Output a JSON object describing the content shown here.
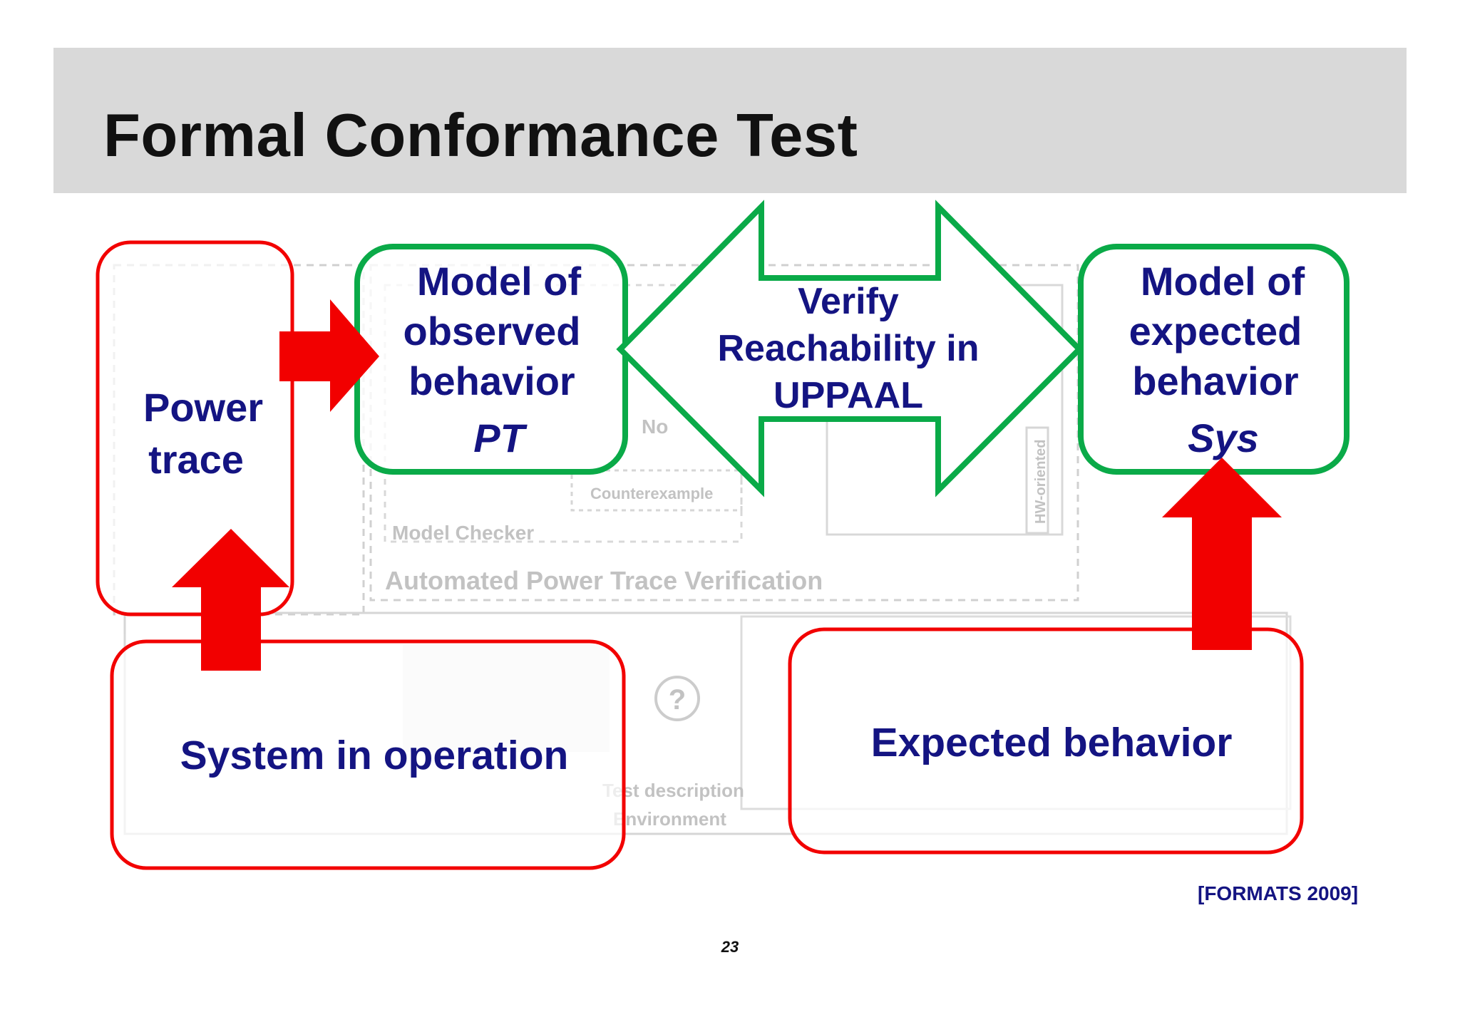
{
  "slide": {
    "title": "Formal Conformance Test",
    "citation": "[FORMATS 2009]",
    "page_number": "23"
  },
  "boxes": {
    "power_trace": [
      "Power",
      "trace"
    ],
    "observed_model": [
      "Model of",
      "observed",
      "behavior"
    ],
    "observed_symbol": "PT",
    "verify": [
      "Verify",
      "Reachability in",
      "UPPAAL"
    ],
    "expected_model": [
      "Model of",
      "expected",
      "behavior"
    ],
    "expected_symbol": "Sys",
    "system_in_operation": "System in operation",
    "expected_behavior": "Expected behavior"
  },
  "background_figure": {
    "texts": [
      "Automated Power Trace Verification",
      "Model Checker",
      "Counterexample",
      "No",
      "Test description",
      "Environment",
      "HW-oriented",
      "?"
    ]
  },
  "colors": {
    "red": "#f20000",
    "green": "#0aaa48",
    "text_blue": "#141482",
    "title_band": "#d9d9d9"
  }
}
